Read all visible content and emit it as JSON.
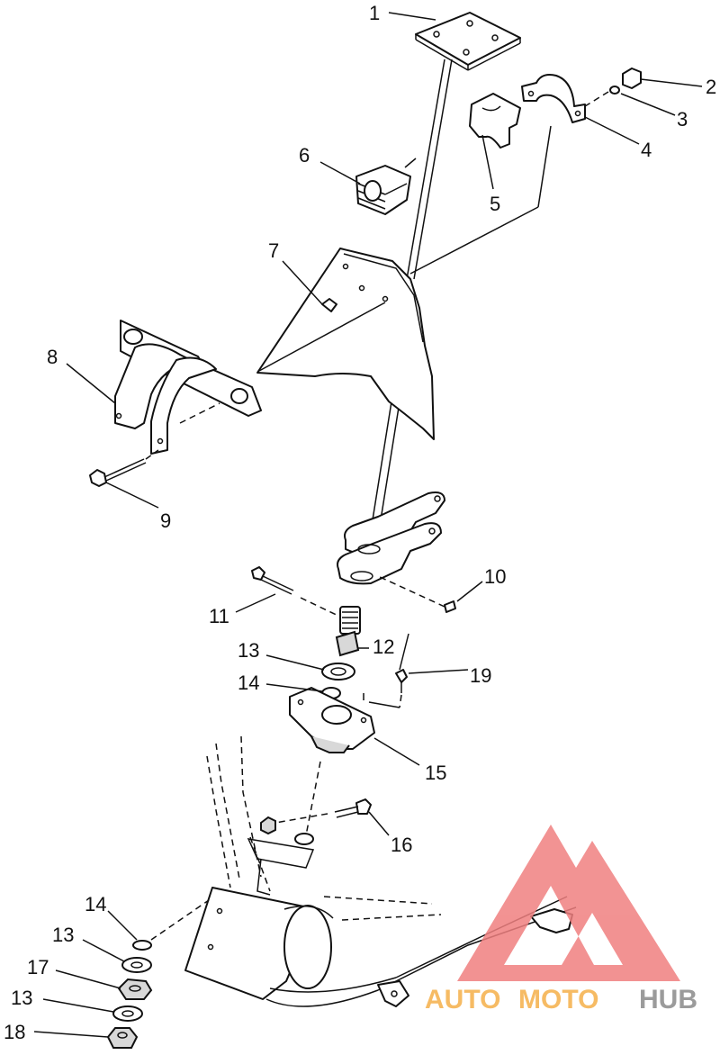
{
  "callouts": [
    {
      "id": "1",
      "label": "1"
    },
    {
      "id": "2",
      "label": "2"
    },
    {
      "id": "3",
      "label": "3"
    },
    {
      "id": "4",
      "label": "4"
    },
    {
      "id": "5",
      "label": "5"
    },
    {
      "id": "6",
      "label": "6"
    },
    {
      "id": "7",
      "label": "7"
    },
    {
      "id": "8",
      "label": "8"
    },
    {
      "id": "9",
      "label": "9"
    },
    {
      "id": "10",
      "label": "10"
    },
    {
      "id": "11",
      "label": "11"
    },
    {
      "id": "12",
      "label": "12"
    },
    {
      "id": "13a",
      "label": "13"
    },
    {
      "id": "14a",
      "label": "14"
    },
    {
      "id": "15",
      "label": "15"
    },
    {
      "id": "16",
      "label": "16"
    },
    {
      "id": "19",
      "label": "19"
    },
    {
      "id": "14b",
      "label": "14"
    },
    {
      "id": "13b",
      "label": "13"
    },
    {
      "id": "17",
      "label": "17"
    },
    {
      "id": "13c",
      "label": "13"
    },
    {
      "id": "18",
      "label": "18"
    }
  ],
  "watermark": {
    "auto": "AUTO",
    "moto": "MOTO",
    "hub": "HUB",
    "colors": {
      "red": "#f08080",
      "orange": "#f5b04a",
      "gray": "#8a8a8a"
    }
  }
}
